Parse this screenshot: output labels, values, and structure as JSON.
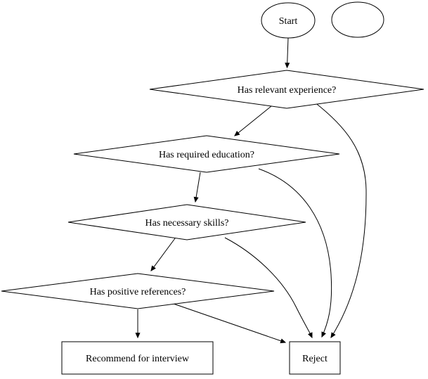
{
  "colors": {
    "background": "#ffffff",
    "node_fill": "#ffffff",
    "stroke": "#000000",
    "text": "#000000"
  },
  "nodes": {
    "start": {
      "label": "Start",
      "shape": "ellipse"
    },
    "blank": {
      "label": "",
      "shape": "ellipse"
    },
    "experience": {
      "label": "Has relevant experience?",
      "shape": "diamond"
    },
    "education": {
      "label": "Has required education?",
      "shape": "diamond"
    },
    "skills": {
      "label": "Has necessary skills?",
      "shape": "diamond"
    },
    "references": {
      "label": "Has positive references?",
      "shape": "diamond"
    },
    "recommend": {
      "label": "Recommend for interview",
      "shape": "box"
    },
    "reject": {
      "label": "Reject",
      "shape": "box"
    }
  },
  "edges": [
    {
      "from": "start",
      "to": "experience"
    },
    {
      "from": "experience",
      "to": "education"
    },
    {
      "from": "experience",
      "to": "reject"
    },
    {
      "from": "education",
      "to": "skills"
    },
    {
      "from": "education",
      "to": "reject"
    },
    {
      "from": "skills",
      "to": "references"
    },
    {
      "from": "skills",
      "to": "reject"
    },
    {
      "from": "references",
      "to": "recommend"
    },
    {
      "from": "references",
      "to": "reject"
    }
  ]
}
